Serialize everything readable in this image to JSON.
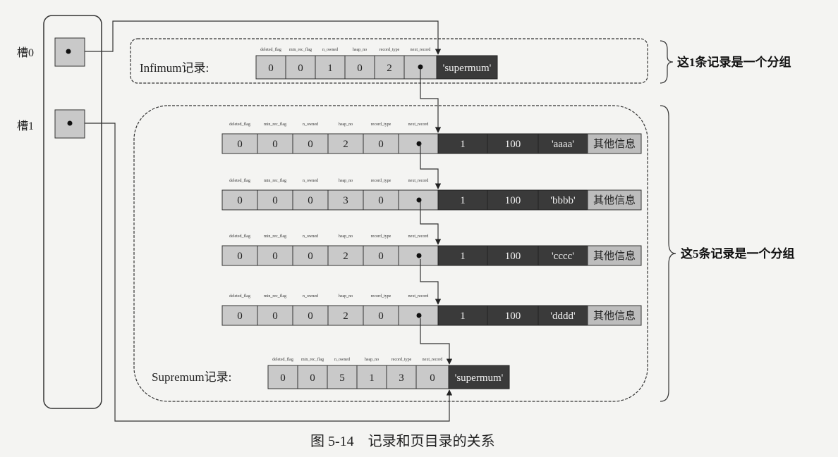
{
  "header_labels": [
    "deleted_flag",
    "min_rec_flag",
    "n_owned",
    "heap_no",
    "record_type",
    "next_record"
  ],
  "slots": [
    {
      "label": "槽0"
    },
    {
      "label": "槽1"
    }
  ],
  "infimum": {
    "label": "Infimum记录:",
    "fields": [
      "0",
      "0",
      "1",
      "0",
      "2"
    ],
    "data_text": "'supermum'",
    "group_text": "这1条记录是一个分组"
  },
  "records": [
    {
      "fields": [
        "0",
        "0",
        "0",
        "2",
        "0"
      ],
      "values": [
        "1",
        "100",
        "'aaaa'"
      ],
      "info": "其他信息"
    },
    {
      "fields": [
        "0",
        "0",
        "0",
        "3",
        "0"
      ],
      "values": [
        "1",
        "100",
        "'bbbb'"
      ],
      "info": "其他信息"
    },
    {
      "fields": [
        "0",
        "0",
        "0",
        "2",
        "0"
      ],
      "values": [
        "1",
        "100",
        "'cccc'"
      ],
      "info": "其他信息"
    },
    {
      "fields": [
        "0",
        "0",
        "0",
        "2",
        "0"
      ],
      "values": [
        "1",
        "100",
        "'dddd'"
      ],
      "info": "其他信息"
    }
  ],
  "supremum": {
    "label": "Supremum记录:",
    "fields": [
      "0",
      "0",
      "5",
      "1",
      "3",
      "0"
    ],
    "data_text": "'supermum'",
    "group_text": "这5条记录是一个分组"
  },
  "caption": "图 5-14　记录和页目录的关系"
}
